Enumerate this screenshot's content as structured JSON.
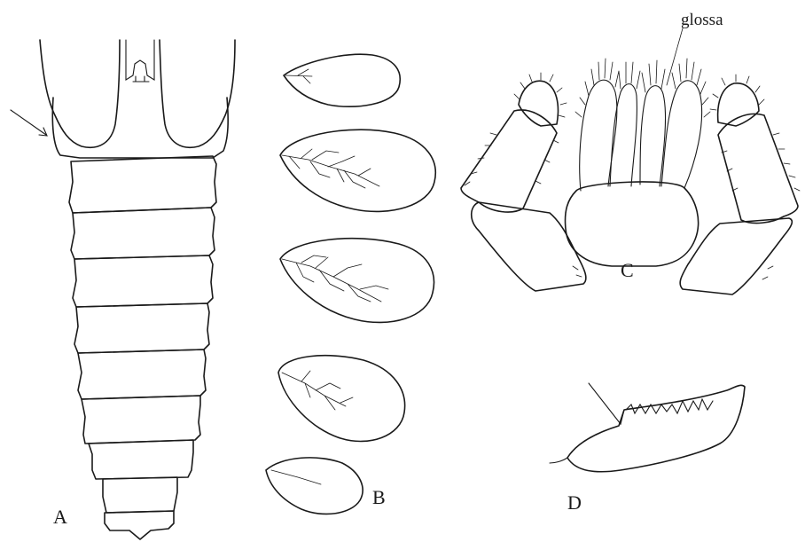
{
  "figure": {
    "panels": [
      {
        "id": "A",
        "label": "A"
      },
      {
        "id": "B",
        "label": "B"
      },
      {
        "id": "C",
        "label": "C"
      },
      {
        "id": "D",
        "label": "D"
      }
    ],
    "annotations": {
      "glossa": "glossa"
    },
    "ink_color": "#1a1a1a",
    "background": "#ffffff"
  }
}
